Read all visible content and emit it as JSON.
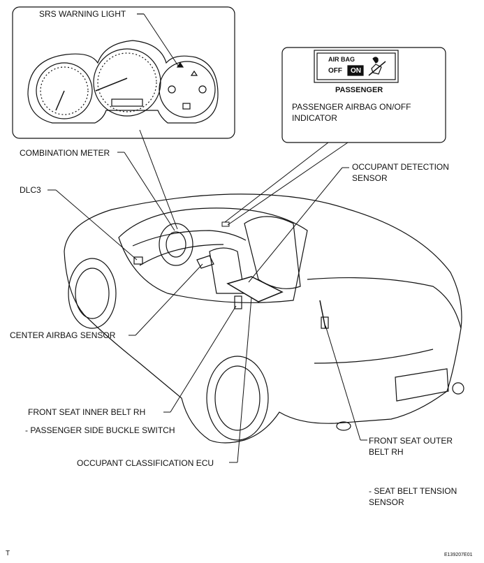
{
  "labels": {
    "srs_warning_light": "SRS WARNING LIGHT",
    "passenger_indicator_title": "PASSENGER",
    "airbag_text": "AIR BAG",
    "off_text": "OFF",
    "on_text": "ON",
    "passenger_airbag_indicator_line1": "PASSENGER AIRBAG ON/OFF",
    "passenger_airbag_indicator_line2": "INDICATOR",
    "combination_meter": "COMBINATION METER",
    "occupant_detection_sensor_line1": "OCCUPANT DETECTION",
    "occupant_detection_sensor_line2": "SENSOR",
    "dlc3": "DLC3",
    "center_airbag_sensor": "CENTER AIRBAG SENSOR",
    "front_seat_inner_belt_rh": "FRONT SEAT INNER BELT RH",
    "passenger_side_buckle_switch": "- PASSENGER SIDE BUCKLE SWITCH",
    "occupant_classification_ecu": "OCCUPANT CLASSIFICATION ECU",
    "front_seat_outer_belt_line1": "FRONT SEAT OUTER",
    "front_seat_outer_belt_line2": "BELT RH",
    "seat_belt_tension_sensor_line1": "- SEAT BELT TENSION",
    "seat_belt_tension_sensor_line2": "SENSOR",
    "corner_mark": "T",
    "figure_code": "E139207E01"
  }
}
